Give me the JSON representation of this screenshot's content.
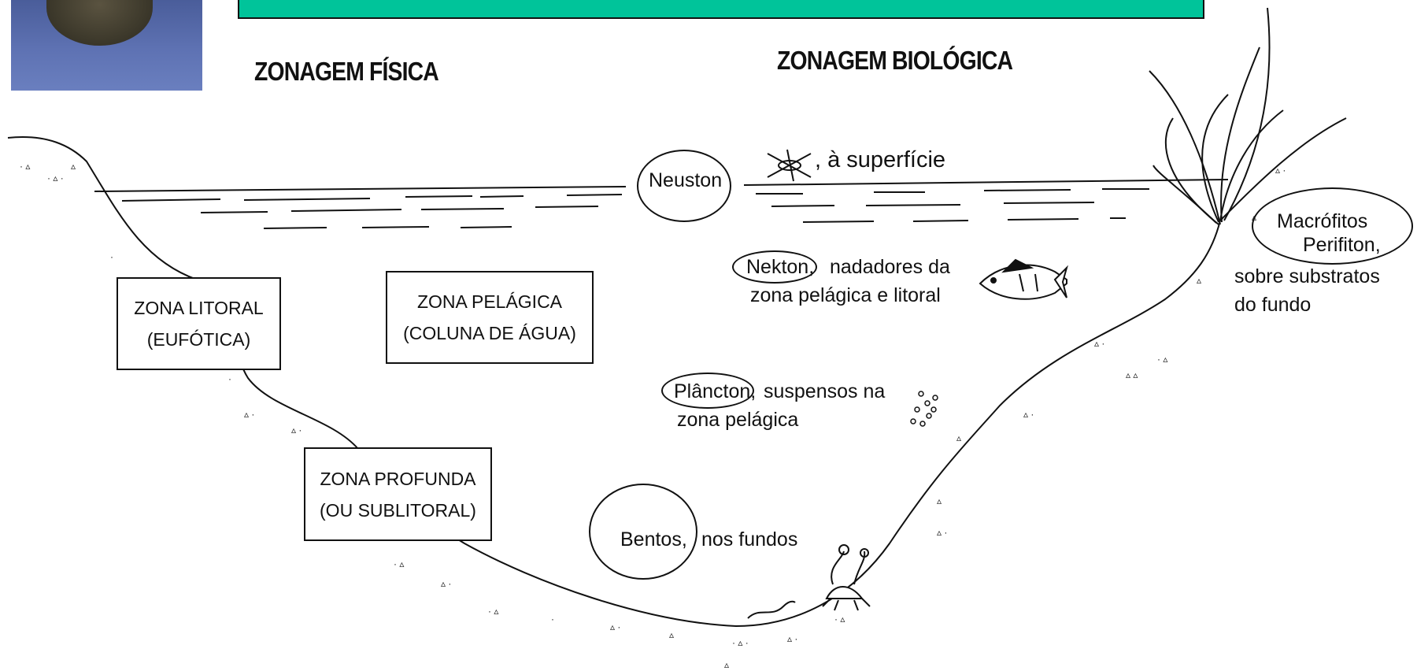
{
  "headings": {
    "physical": "ZONAGEM FÍSICA",
    "biological": "ZONAGEM BIOLÓGICA"
  },
  "zones": {
    "litoral": {
      "line1": "ZONA LITORAL",
      "line2": "(EUFÓTICA)"
    },
    "pelagica": {
      "line1": "ZONA PELÁGICA",
      "line2": "(COLUNA DE ÁGUA)"
    },
    "profunda": {
      "line1": "ZONA PROFUNDA",
      "line2": "(OU SUBLITORAL)"
    }
  },
  "organisms": {
    "neuston": {
      "name": "Neuston",
      "note": ", à superfície"
    },
    "nekton": {
      "name": "Nekton,",
      "line1": "nadadores da",
      "line2": "zona pelágica e litoral"
    },
    "plancton": {
      "name": "Plâncton,",
      "line1": "suspensos na",
      "line2": "zona pelágica"
    },
    "bentos": {
      "name": "Bentos,",
      "note": "nos fundos"
    },
    "macrofitos": {
      "line1": "Macrófitos",
      "line2": "Perifiton,",
      "line3": "sobre substratos",
      "line4": "do fundo"
    }
  },
  "colors": {
    "banner": "#00c49a",
    "photo": "#5e72b3",
    "ink": "#111111"
  }
}
